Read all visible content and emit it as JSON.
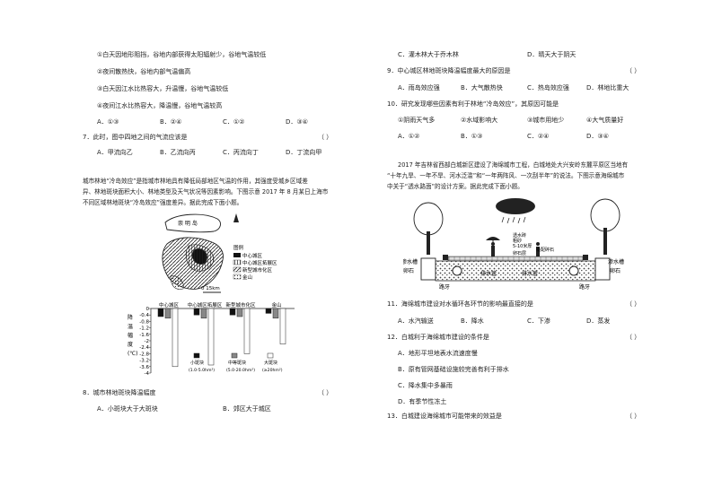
{
  "left": {
    "opts_prev": [
      "①白天因地形阻挡，谷地内部获得太阳辐射少，谷地气温较低",
      "②夜间散热快，谷地内部气温偏高",
      "③白天因江水比热容大，升温慢，谷地气温较低",
      "④夜间江水比热容大，降温慢，谷地气温较高"
    ],
    "q6_choices": [
      "A．①③",
      "B．②④",
      "C．①②",
      "D．③④"
    ],
    "q7": "7．此时，图中四地之间的气流应该是",
    "q7_paren": "（      ）",
    "q7_choices": [
      "A．甲流向乙",
      "B．乙流向丙",
      "C．丙流向丁",
      "D．丁流向甲"
    ],
    "passage": [
      "城市林地“冷岛效应”是指城市林地具有降低局部地区气温的作用，其强度受城乡区域差",
      "异、林地斑块面积大小、林地类型及天气状况等因素影响。下图示意 2017 年 8 月某日上海市",
      "不同区域林地斑块“冷岛效应”强度差异。据此完成下面小题。"
    ],
    "map": {
      "island": "崇  明  岛",
      "legend_title": "图例",
      "legend": [
        "中心城区",
        "中心城区拓展区",
        "新型城市化区",
        "金山"
      ],
      "scale": "0    15km"
    },
    "chart_data": {
      "type": "bar",
      "categories": [
        "中心城区",
        "中心城区拓展区",
        "新型城市化区",
        "金山"
      ],
      "series": [
        {
          "name": "小斑块(1.0-5.0hm²)",
          "values": [
            -0.5,
            -0.4,
            -0.4,
            -0.3
          ]
        },
        {
          "name": "中等斑块(5.0-20.0hm²)",
          "values": [
            -0.6,
            -0.6,
            -0.5,
            -0.6
          ]
        },
        {
          "name": "大斑块(≥20hm²)",
          "values": [
            -3.6,
            -3.5,
            -2.8,
            -2.2
          ]
        }
      ],
      "ylabel": "降温幅度(℃)",
      "yticks": [
        "0",
        "-0.4",
        "-0.8",
        "-1.2",
        "-1.6",
        "-2",
        "-2.4",
        "-2.8",
        "-3.2",
        "-3.6",
        "-4"
      ],
      "ylim": [
        -4,
        0
      ],
      "legend": [
        {
          "label": "小斑块",
          "sub": "(1.0-5.0hm²)"
        },
        {
          "label": "中等斑块",
          "sub": "(5.0-20.0hm²)"
        },
        {
          "label": "大斑块",
          "sub": "(≥20hm²)"
        }
      ],
      "unit_label": "降温幅度(℃)",
      "ylabel_chars": [
        "降",
        "温",
        "幅",
        "度",
        "(℃)"
      ]
    },
    "q8": "8．城市林地斑块降温幅度",
    "q8_paren": "（      ）",
    "q8_choices": [
      "A．小斑块大于大斑块",
      "B．郊区大于城区"
    ]
  },
  "right": {
    "q8_cd": [
      "C．灌木林大于乔木林",
      "D．晴天大于阴天"
    ],
    "q9": "9．中心城区林地斑块降温幅度最大的原因是",
    "q9_paren": "（      ）",
    "q9_choices": [
      "A．雨岛效应强",
      "B．大气散热快",
      "C．热岛效应强",
      "D．林地比重大"
    ],
    "q10": "10．研究发现哪些因素有利于林地“冷岛效应”，其原因可能是",
    "q10_opts": [
      "①阴雨天气多",
      "②水域影响大",
      "③城市用地少",
      "④大气质量好"
    ],
    "q10_choices": [
      "A．①②",
      "B．①③",
      "C．②④",
      "D．③④"
    ],
    "passage": [
      "2017 年吉林省西部白城新区建设了海绵城市工程，白城地处大兴安岭东麓平原区当地有",
      "“十年九旱、一年不旱、河水泛滥”和“一年两阵风、一次刮半年”的说法。下图示意海绵城市",
      "中关于“透水路面”的设计方案。据此完成下面小题。"
    ],
    "diagram": {
      "left_label": "渗水槽",
      "left_label2": "卵石",
      "right_label": "渗水槽",
      "right_label2": "卵石",
      "pipe1": "排水管",
      "pipe2": "排水管",
      "road_left": "路牙",
      "road_right": "路牙",
      "layer1": "透水砖",
      "layer2": "粗砂",
      "layer3": "5-10米厚",
      "layer4": "级配碎石",
      "layer5": "卵石层"
    },
    "q11": "11．海绵城市建设对水循环各环节的影响最直接的是",
    "q11_paren": "（      ）",
    "q11_choices": [
      "A．水汽输送",
      "B．降水",
      "C．下渗",
      "D．蒸发"
    ],
    "q12": "12．白城利于海绵城市建设的条件是",
    "q12_paren": "（      ）",
    "q12_opts": [
      "A．地形平坦地表水流速度慢",
      "B．原有管网基础设施较完善有利于排水",
      "C．降水集中多暴雨",
      "D．有季节性冻土"
    ],
    "q13": "13．白城建设海绵城市可能带来的效益是",
    "q13_paren": "（      ）"
  }
}
